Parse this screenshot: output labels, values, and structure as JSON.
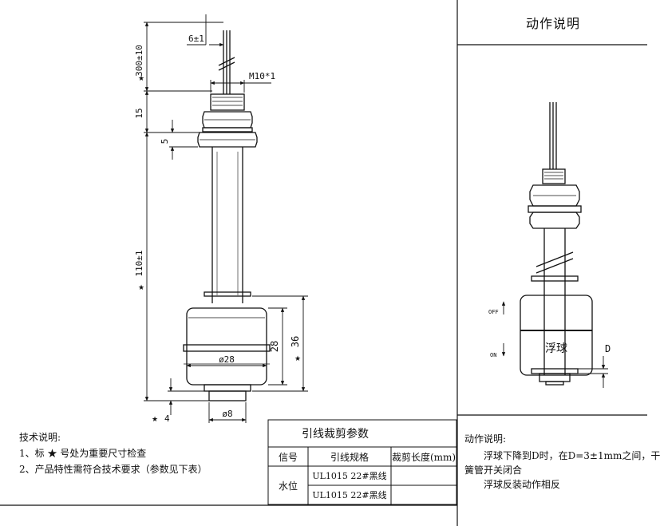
{
  "left_drawing": {
    "dimensions": {
      "cable_length": "300±10",
      "wire_strip": "6±1",
      "thread": "M10*1",
      "hex_height": "15",
      "flange_thickness": "5",
      "total_length": "110±1",
      "float_height": "28",
      "float_span": "36",
      "float_diameter": "ø28",
      "bottom_offset": "4",
      "bottom_diameter": "ø8"
    },
    "star_marks": [
      "★",
      "★",
      "★",
      "★"
    ]
  },
  "technical_notes": {
    "heading": "技术说明:",
    "items": [
      "1、标 ★ 号处为重要尺寸检查",
      "2、产品特性需符合技术要求（参数见下表）"
    ]
  },
  "cut_table": {
    "title": "引线裁剪参数",
    "headers": [
      "信号",
      "引线规格",
      "裁剪长度(mm)"
    ],
    "rows": [
      {
        "signal": "水位",
        "spec": "UL1015 22#黑线",
        "length": ""
      },
      {
        "signal": "",
        "spec": "UL1015 22#黑线",
        "length": ""
      }
    ]
  },
  "action_panel": {
    "title": "动作说明",
    "labels": {
      "off": "OFF",
      "on": "ON",
      "float": "浮球",
      "d": "D"
    },
    "description": {
      "heading": "动作说明:",
      "lines": [
        "浮球下降到D时，在D=3±1mm之间，干",
        "簧管开关闭合",
        "浮球反装动作相反"
      ]
    }
  }
}
